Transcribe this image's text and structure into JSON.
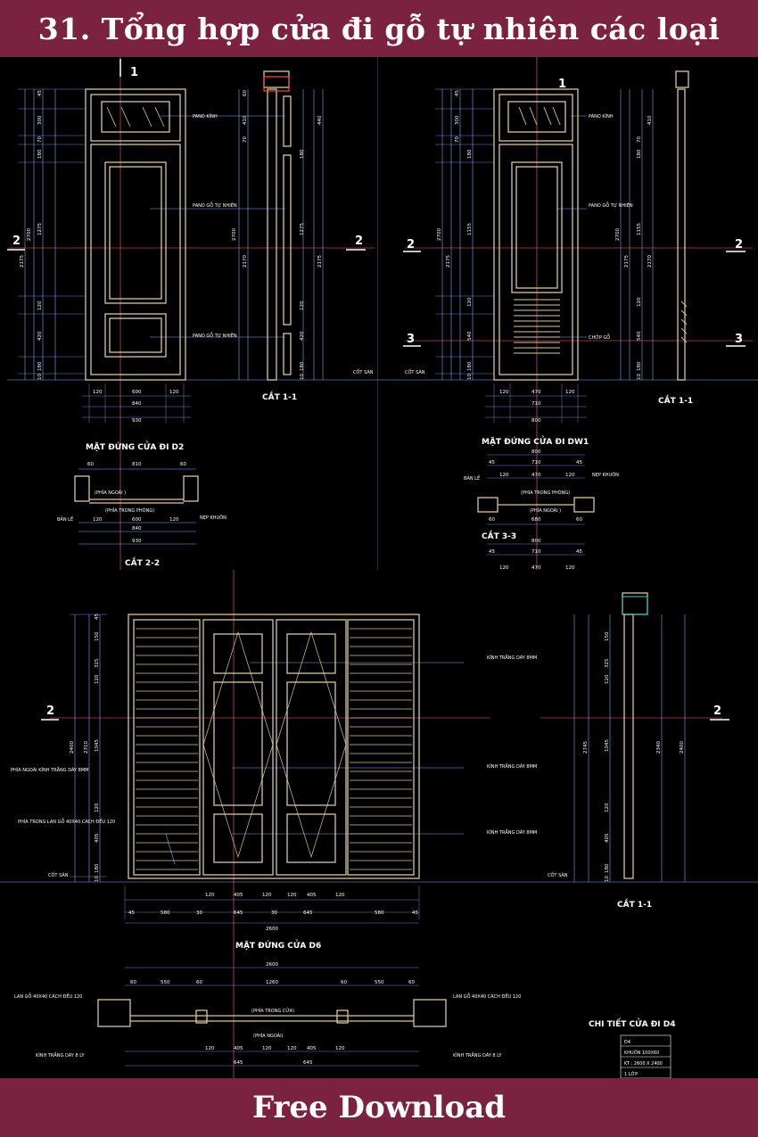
{
  "header": {
    "title": "31. Tổng hợp cửa đi gỗ tự nhiên các loại"
  },
  "footer": {
    "label": "Free Download"
  },
  "colors": {
    "bar": "#7b2240",
    "cad_bg": "#000000",
    "dim": "#7fa8ff",
    "frame": "#d9c6a0",
    "axis": "#ff6a6a",
    "text": "#ffffff"
  },
  "d2": {
    "elev_title": "MẶT ĐỨNG CỬA ĐI D2",
    "section_title": "CẮT 1-1",
    "plan_title": "CẮT 2-2",
    "label_glass": "PANO KÍNH",
    "label_wood": "PANO\nGỖ TỰ NHIÊN",
    "label_wood2": "PANO\nGỖ TỰ NHIÊN",
    "floor": "CỐT SÀN",
    "plan_out": "(PHÍA NGOÀI )",
    "plan_in": "(PHÍA TRONG PHÒNG)",
    "hinge": "BẢN LỀ",
    "trim": "NẸP KHUÔN",
    "marker1": "1",
    "marker2": "2",
    "dims_h": [
      "120",
      "600",
      "120",
      "840",
      "930"
    ],
    "dims_plan": [
      "60",
      "810",
      "60",
      "120",
      "600",
      "120",
      "840",
      "930"
    ],
    "dims_v": [
      "45",
      "300",
      "70",
      "180",
      "1275",
      "120",
      "420",
      "180",
      "10",
      "2700",
      "2175"
    ],
    "dims_sec": [
      "60",
      "410",
      "440",
      "70",
      "180",
      "1275",
      "120",
      "420",
      "180",
      "10",
      "2700",
      "2170",
      "2175"
    ]
  },
  "dw1": {
    "elev_title": "MẶT ĐỨNG CỬA ĐI DW1",
    "section_title": "CẮT 1-1",
    "plan_title": "CẮT 3-3",
    "label_glass": "PANO KÍNH",
    "label_wood": "PANO\nGỖ TỰ NHIÊN",
    "label_louver": "CHỚP GỖ",
    "floor": "CỐT SÀN",
    "hinge": "BẢN LỀ",
    "trim": "NẸP KHUÔN",
    "plan_in": "(PHÍA TRONG PHÒNG)",
    "plan_out": "(PHÍA NGOÀI )",
    "marker1": "1",
    "marker2": "2",
    "marker3": "3",
    "dims_h": [
      "120",
      "470",
      "120",
      "710",
      "800"
    ],
    "dims_plan": [
      "800",
      "45",
      "710",
      "45",
      "120",
      "470",
      "120",
      "60",
      "680",
      "60",
      "800",
      "45",
      "710",
      "45",
      "120",
      "470",
      "120"
    ],
    "dims_v": [
      "45",
      "300",
      "70",
      "180",
      "1155",
      "120",
      "540",
      "180",
      "10",
      "2700",
      "2175"
    ],
    "dims_sec": [
      "410",
      "70",
      "180",
      "1155",
      "120",
      "540",
      "180",
      "10",
      "2700",
      "2175",
      "2170"
    ]
  },
  "d6": {
    "elev_title": "MẶT ĐỨNG CỬA D6",
    "section_title": "CẮT 1-1",
    "detail_title": "CHI TIẾT CỬA ĐI D4",
    "label_glass1": "KÍNH TRẮNG\nDÀY 8MM",
    "label_glass2": "KÍNH TRẮNG\nDÀY 8MM",
    "label_glass3": "KÍNH TRẮNG\nDÀY 8MM",
    "label_out": "PHÍA NGOÀI\nKÍNH TRẮNG DÀY 8MM",
    "label_in": "PHÍA TRONG\nLAN GỖ 40X40\nCÁCH ĐỀU 120",
    "floor": "CỐT SÀN",
    "plan_note_left": "LAN GỖ 40X40 CÁCH ĐỀU 120",
    "plan_note_right": "LAN GỖ 40X40 CÁCH ĐỀU 120",
    "plan_glass_left": "KÍNH TRẮNG DÀY 8 LY",
    "plan_glass_right": "KÍNH TRẮNG DÀY 8 LY",
    "plan_in": "(PHÍA TRONG CỬA)",
    "plan_out": "(PHÍA NGOÀI)",
    "marker2": "2",
    "dims_bottom1": [
      "120",
      "405",
      "120",
      "120",
      "405",
      "120"
    ],
    "dims_bottom2": [
      "45",
      "580",
      "30",
      "645",
      "30",
      "645",
      "580",
      "45"
    ],
    "dims_total": "2600",
    "dims_plan": [
      "2600",
      "60",
      "550",
      "60",
      "1260",
      "60",
      "550",
      "60",
      "120",
      "405",
      "120",
      "120",
      "405",
      "120",
      "645",
      "645"
    ],
    "dims_v": [
      "45",
      "150",
      "325",
      "120",
      "1045",
      "120",
      "405",
      "180",
      "10",
      "2400",
      "2310"
    ],
    "dims_sec": [
      "150",
      "325",
      "120",
      "1045",
      "120",
      "405",
      "180",
      "10",
      "2745",
      "2340",
      "2400"
    ],
    "table": [
      "Đ4",
      "KHUÔN 100X60",
      "KT : 2600 X 2400",
      "1 LỚP"
    ]
  }
}
